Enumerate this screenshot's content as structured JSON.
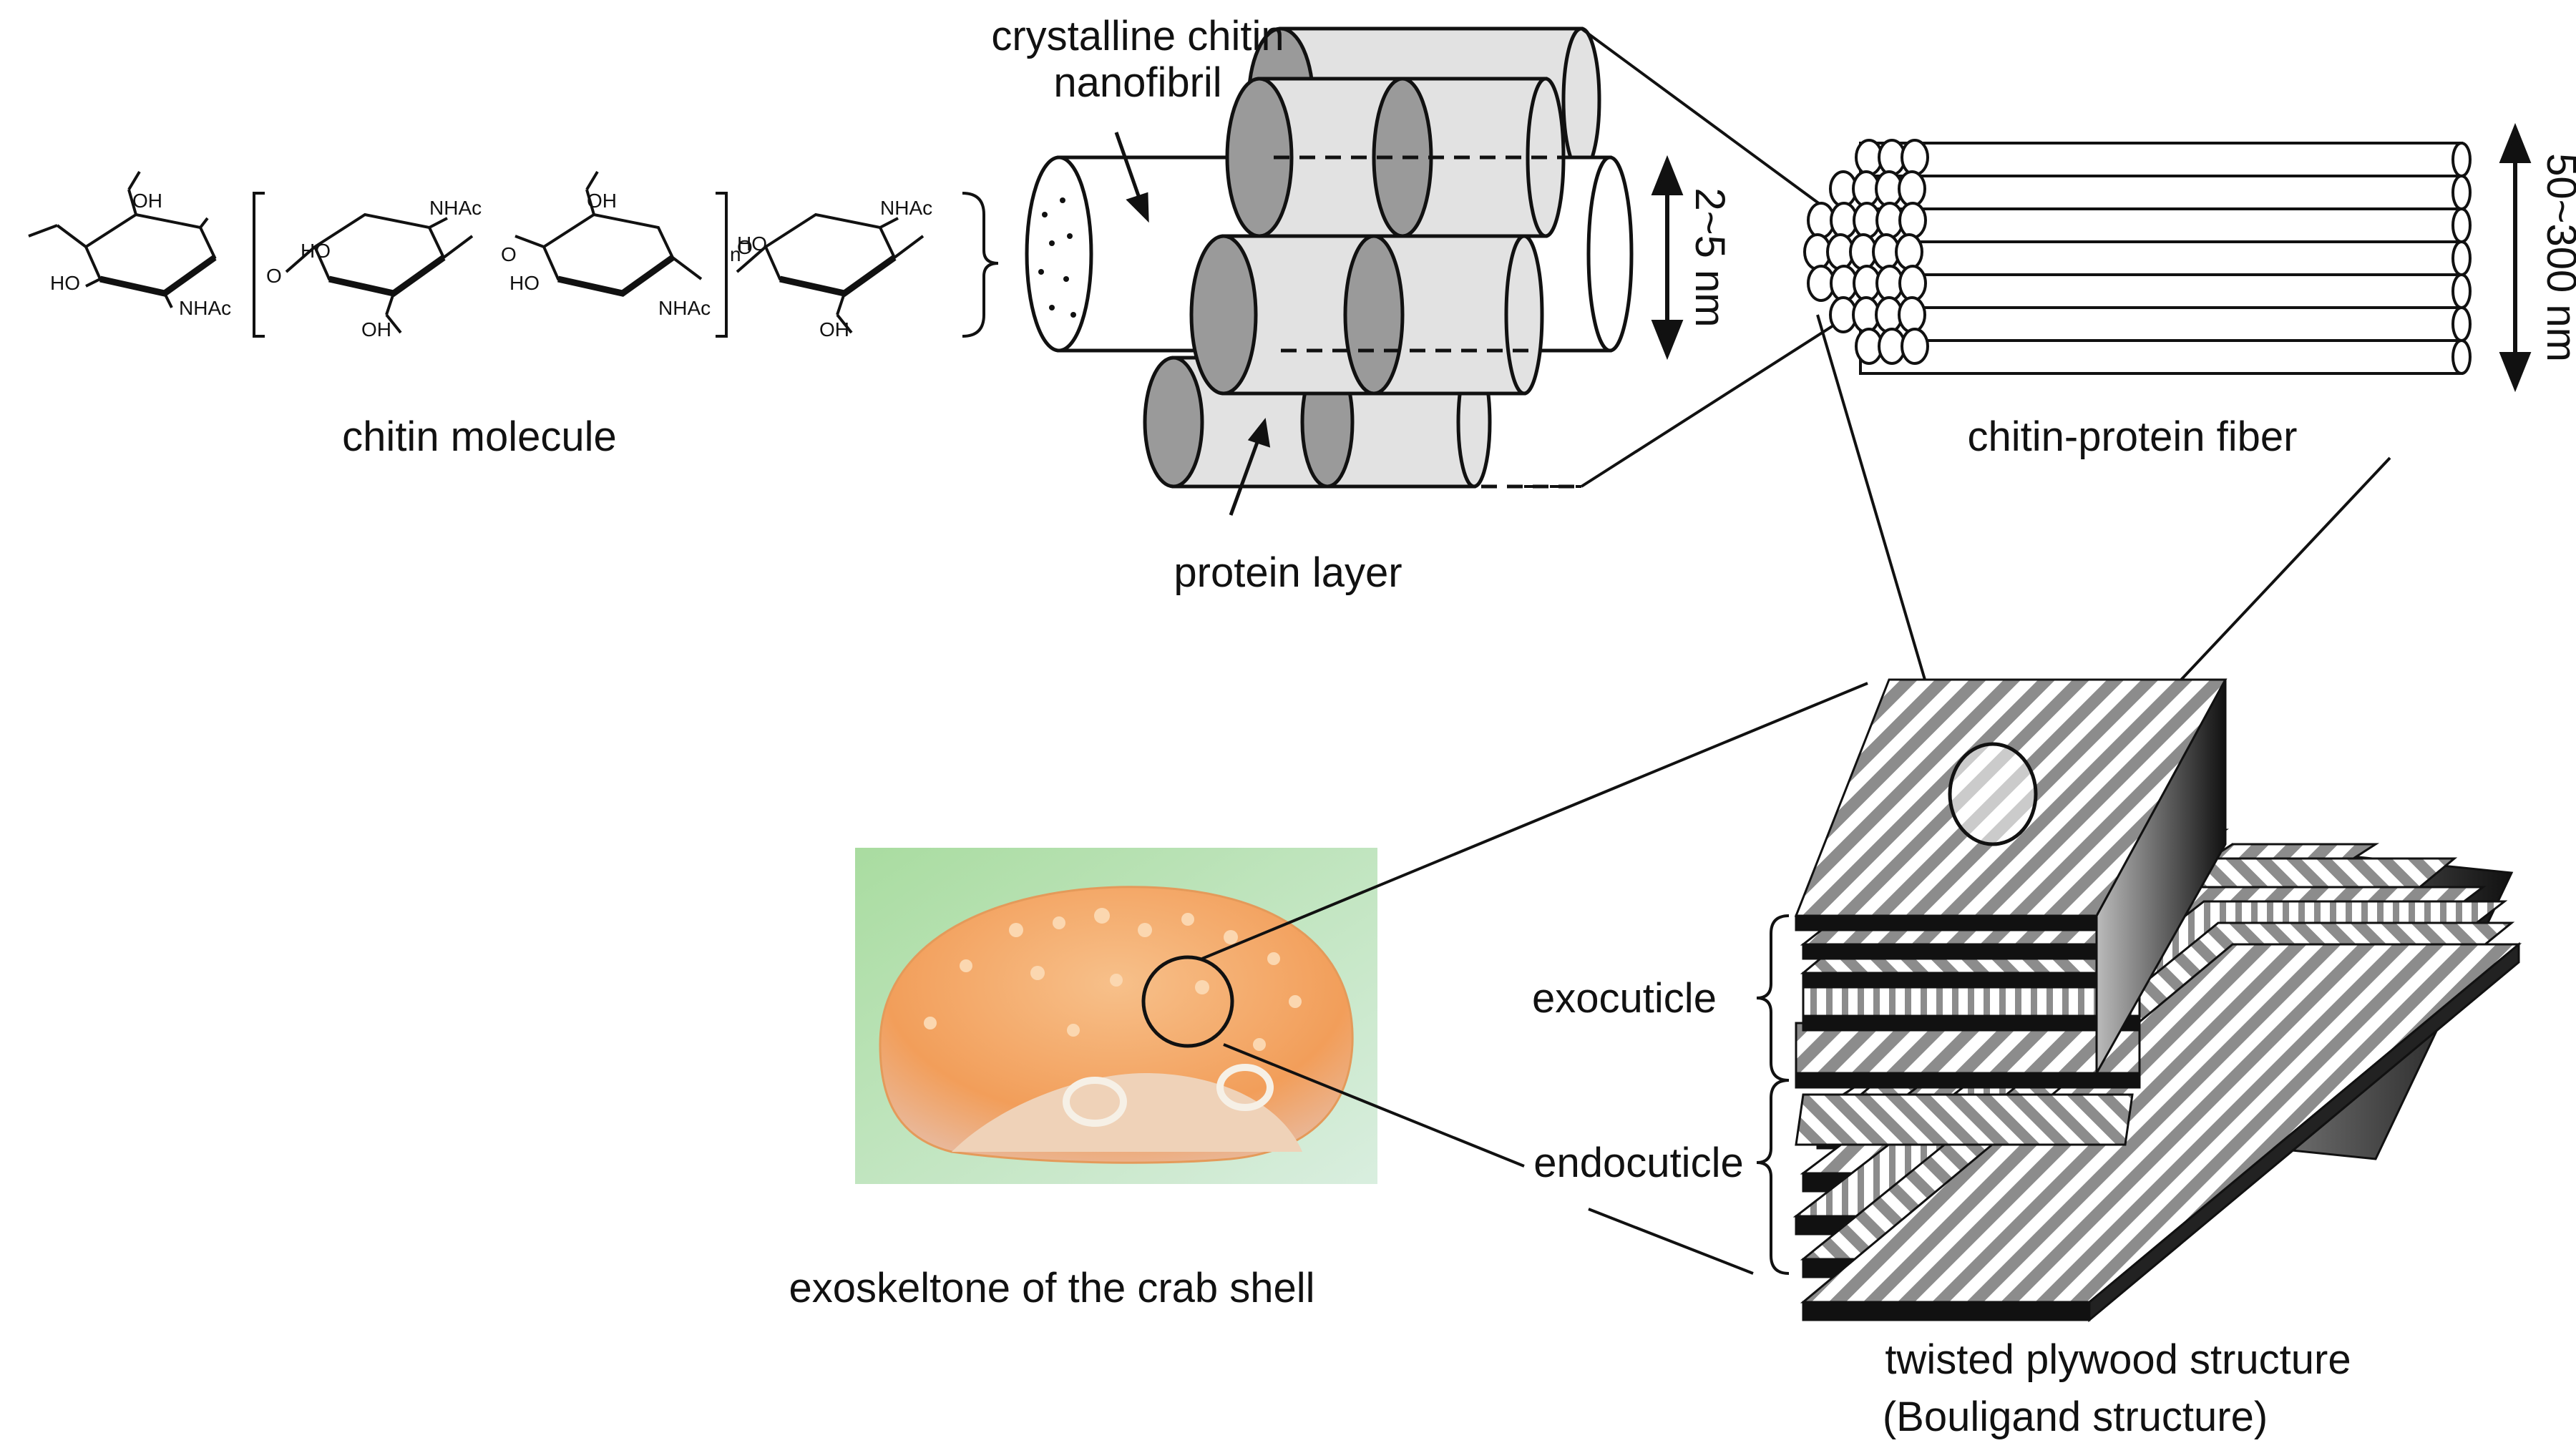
{
  "labels": {
    "chitin_molecule": "chitin molecule",
    "crystalline_chitin": "crystalline chitin",
    "nanofibril": "nanofibril",
    "protein_layer": "protein layer",
    "nanofibril_size": "2~5 nm",
    "fiber": "chitin-protein fiber",
    "fiber_size": "50~300 nm",
    "exocuticle": "exocuticle",
    "endocuticle": "endocuticle",
    "crab_caption": "exoskeltone of the crab shell",
    "plywood_line1": "twisted plywood structure",
    "plywood_line2": "(Bouligand structure)"
  },
  "chem": {
    "oh": "OH",
    "ho": "HO",
    "nhac": "NHAc",
    "o": "O",
    "n": "n"
  },
  "colors": {
    "cylinder_fill": "#e2e2e2",
    "cylinder_dark": "#9a9a9a",
    "stripe": "#8c8c8c",
    "crab_bg": "#bfe3b0",
    "crab_shell": "#f3a868"
  }
}
